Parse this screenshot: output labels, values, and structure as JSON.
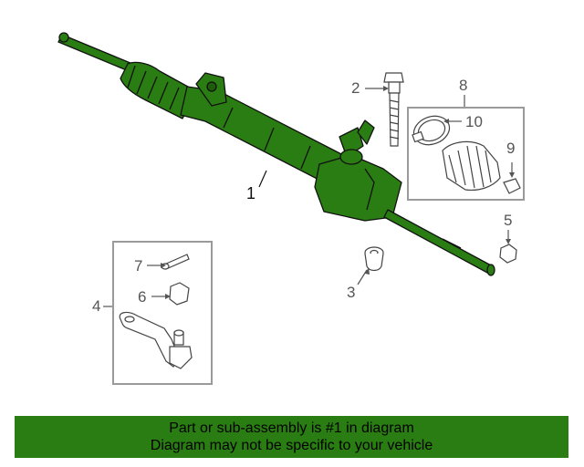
{
  "callouts": {
    "c1": "1",
    "c2": "2",
    "c3": "3",
    "c4": "4",
    "c5": "5",
    "c6": "6",
    "c7": "7",
    "c8": "8",
    "c9": "9",
    "c10": "10"
  },
  "banner": {
    "line1": "Part or sub-assembly is #1 in diagram",
    "line2": "Diagram may not be specific to your vehicle"
  },
  "colors": {
    "highlight": "#2a7d12",
    "outline": "#1a1a1a",
    "callout_text": "#555555",
    "box_border": "#9a9a9a"
  }
}
